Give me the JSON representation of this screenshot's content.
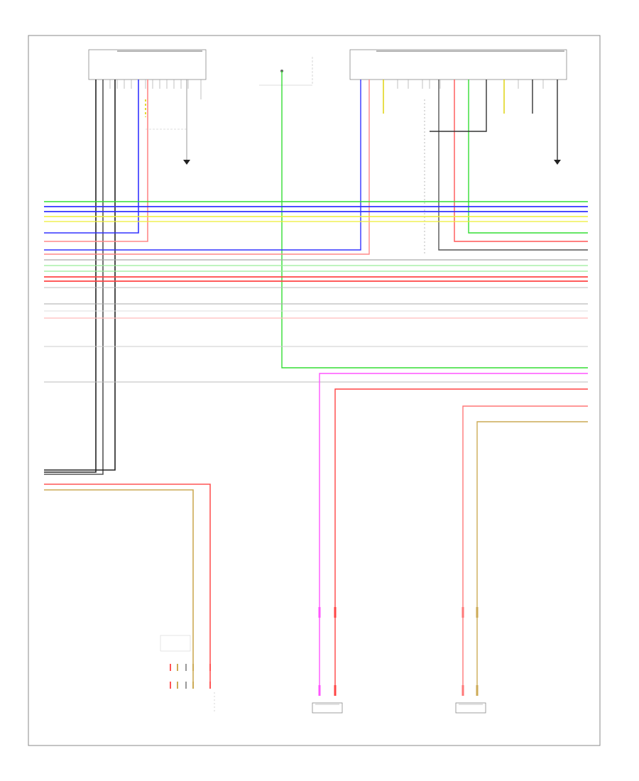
{
  "diagram": {
    "footer_code": "",
    "colors": {
      "green": "#33dd33",
      "blue": "#3333ff",
      "yellow": "#eeee33",
      "pink": "#ff9999",
      "red": "#ff2222",
      "gray": "#aaaaaa",
      "lightgreen": "#99ee99",
      "black": "#222222",
      "magenta": "#ff55ff",
      "tan": "#ccaa55",
      "border": "#888888"
    },
    "components": [
      {
        "id": "left-module",
        "label": ""
      },
      {
        "id": "center-connector",
        "label": ""
      },
      {
        "id": "right-module",
        "label": ""
      },
      {
        "id": "left-ground",
        "label": ""
      },
      {
        "id": "right-ground",
        "label": ""
      },
      {
        "id": "bottom-left-device",
        "label": ""
      },
      {
        "id": "bottom-center-speaker",
        "label": ""
      },
      {
        "id": "bottom-right-speaker",
        "label": ""
      }
    ]
  }
}
